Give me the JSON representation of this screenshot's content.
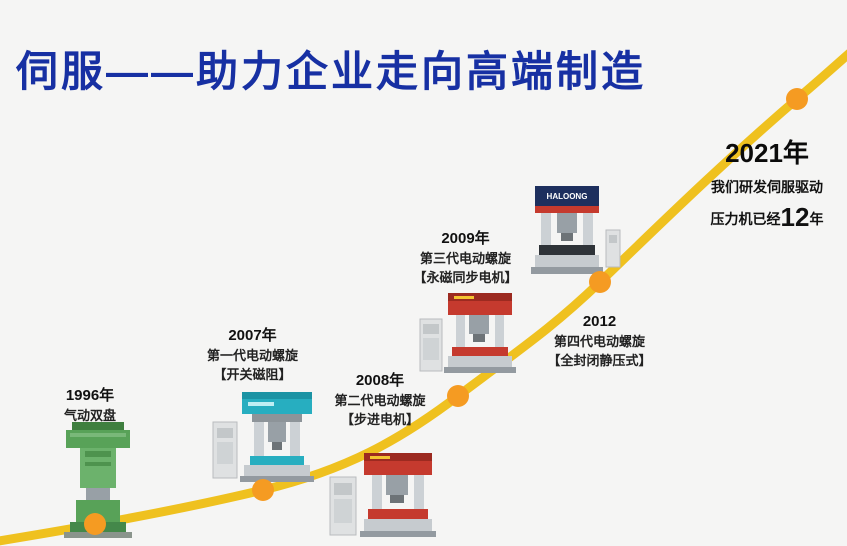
{
  "title": "伺服——助力企业走向高端制造",
  "milestones": {
    "y1996": {
      "year": "1996年",
      "line1": "气动双盘"
    },
    "y2007": {
      "year": "2007年",
      "line1": "第一代电动螺旋",
      "line2": "【开关磁阻】"
    },
    "y2008": {
      "year": "2008年",
      "line1": "第二代电动螺旋",
      "line2": "【步进电机】"
    },
    "y2009": {
      "year": "2009年",
      "line1": "第三代电动螺旋",
      "line2": "【永磁同步电机】"
    },
    "y2012": {
      "year": "2012",
      "line1": "第四代电动螺旋",
      "line2": "【全封闭静压式】"
    },
    "y2021": {
      "year": "2021年",
      "line1": "我们研发伺服驱动",
      "line2_prefix": "压力机已经",
      "line2_highlight": "12",
      "line2_suffix": "年"
    }
  },
  "machine_brand": "HALOONG",
  "colors": {
    "title_blue": "#1730a3",
    "curve_gold": "#efc11f",
    "dot_orange": "#f59b22",
    "background": "#f5f5f4",
    "machine_green": "#58a258",
    "machine_teal": "#27aec0",
    "machine_red": "#c53a2e",
    "machine_navy": "#1d2f5e"
  }
}
